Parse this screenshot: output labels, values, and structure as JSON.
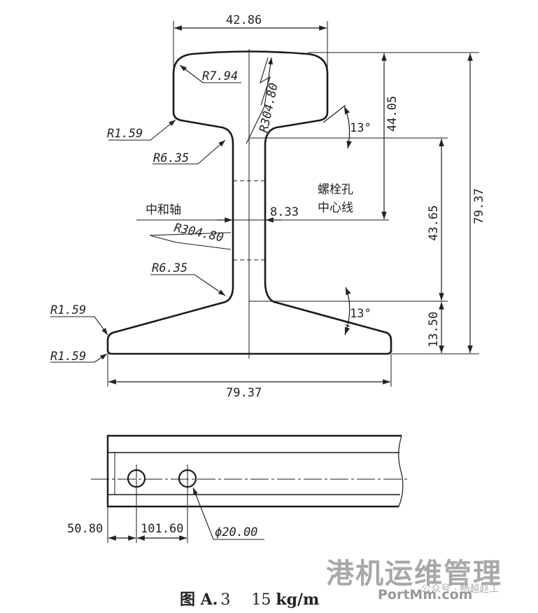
{
  "caption": {
    "figure_label": "图 A.",
    "figure_number": "3",
    "mass_value": "15 ",
    "mass_unit": "kg/m"
  },
  "watermark": {
    "title": "港机运维管理",
    "site": "PortMm.com",
    "account": "公众号 · 畅越赵工"
  },
  "profile": {
    "top_width": "42.86",
    "base_width": "79.37",
    "web_thickness": "8.33",
    "height_total": "79.37",
    "head_to_bolt_center": "44.05",
    "fishing_height": "43.65",
    "base_edge": "13.50",
    "angle_top": "13°",
    "angle_bottom": "13°",
    "head_radius": "R7.94",
    "crown_radius": "R304.80",
    "web_radius": "R304.80",
    "head_corner_radius": "R1.59",
    "head_fillet_radius": "R6.35",
    "base_fillet_radius": "R6.35",
    "base_corner_radius_top": "R1.59",
    "base_corner_radius_bottom": "R1.59",
    "neutral_axis_label": "中和轴",
    "bolt_hole_line_label_1": "螺栓孔",
    "bolt_hole_line_label_2": "中心线"
  },
  "side_view": {
    "end_to_first_hole": "50.80",
    "hole_spacing": "101.60",
    "hole_diameter": "ϕ20.00"
  }
}
